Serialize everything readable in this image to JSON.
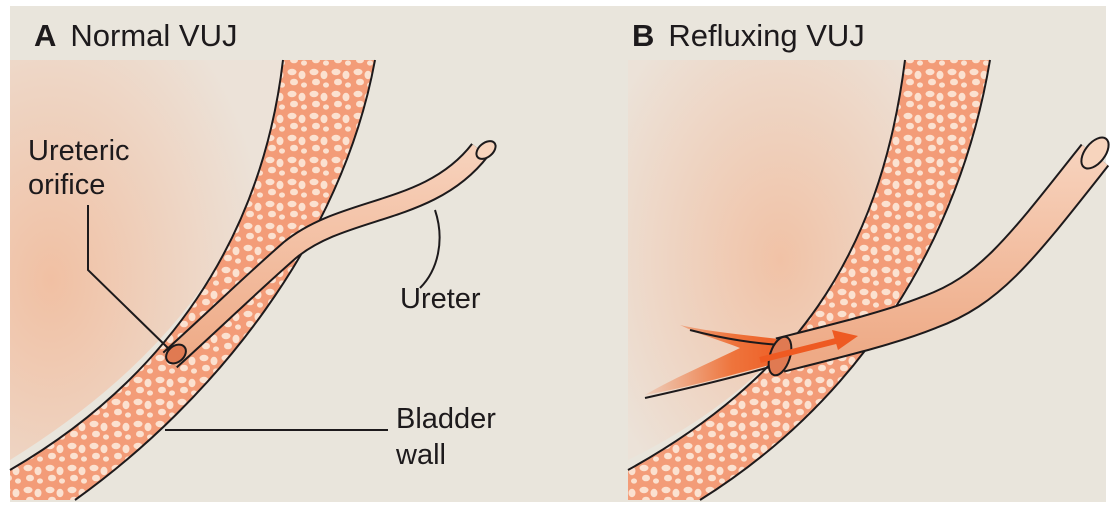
{
  "panels": [
    {
      "letter": "A",
      "title": "Normal VUJ"
    },
    {
      "letter": "B",
      "title": "Refluxing VUJ"
    }
  ],
  "labels": {
    "ureteric_orifice_line1": "Ureteric",
    "ureteric_orifice_line2": "orifice",
    "ureter": "Ureter",
    "bladder_wall_line1": "Bladder",
    "bladder_wall_line2": "wall"
  },
  "colors": {
    "background": "#e9e5dc",
    "bladder_interior": "#f3cdb4",
    "wall_fill": "#f39c78",
    "wall_cells": "#fbe1d0",
    "ureter_fill": "#f4c2a4",
    "reflux_arrow": "#ee5a22",
    "line": "#1d1a1c"
  }
}
